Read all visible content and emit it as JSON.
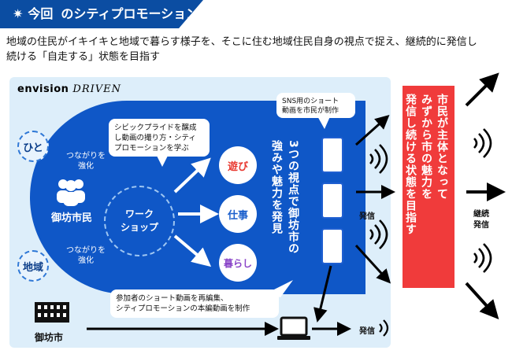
{
  "header": {
    "icon": "burst-star-icon",
    "tag": "今回",
    "title": "のシティプロモーション"
  },
  "intro": {
    "line1": "地域の住民がイキイキと地域で暮らす様子を、そこに住む地域住民自身の視点で捉え、継続的に発信し",
    "line2": "続ける「自走する」状態を目指す"
  },
  "brand": {
    "part1": "envision",
    "part2": "DRIVEN"
  },
  "left": {
    "hito": "ひと",
    "chiiki": "地域",
    "tsunagari_1a": "つながりを",
    "tsunagari_1b": "強化",
    "tsunagari_2a": "つながりを",
    "tsunagari_2b": "強化",
    "citizens": "御坊市民"
  },
  "bubble_top": {
    "line1": "シビックプライドを醸成",
    "line2": "し動画の撮り方・シティ",
    "line3": "プロモーションを学ぶ"
  },
  "workshop": {
    "line1": "ワーク",
    "line2": "ショップ"
  },
  "categories": [
    {
      "label": "遊び",
      "color": "#e8382f"
    },
    {
      "label": "仕事",
      "color": "#1a5fcc"
    },
    {
      "label": "暮らし",
      "color": "#8a45c8"
    }
  ],
  "vertical_main": {
    "line1": "3つの視点で御坊市の",
    "line2": "強みや魅力を発見"
  },
  "sns_callout": {
    "line1": "SNS用のショート",
    "line2": "動画を市民が制作"
  },
  "hasshin_right": "発信",
  "bottom_callout": {
    "line1": "参加者のショート動画を再編集、",
    "line2": "シティプロモーションの本編動画を制作"
  },
  "city": "御坊市",
  "hasshin_bottom": "発信",
  "red_box": {
    "line1": "市民が主体となって",
    "line2": "みずから市の魅力を",
    "line3": "発信し続ける状態を目指す"
  },
  "continue": {
    "line1": "継続",
    "line2": "発信"
  },
  "colors": {
    "brand_blue": "#0f57c7",
    "header_blue": "#0b4da2",
    "panel_bg": "#ddeefa",
    "red": "#f03b3b"
  }
}
